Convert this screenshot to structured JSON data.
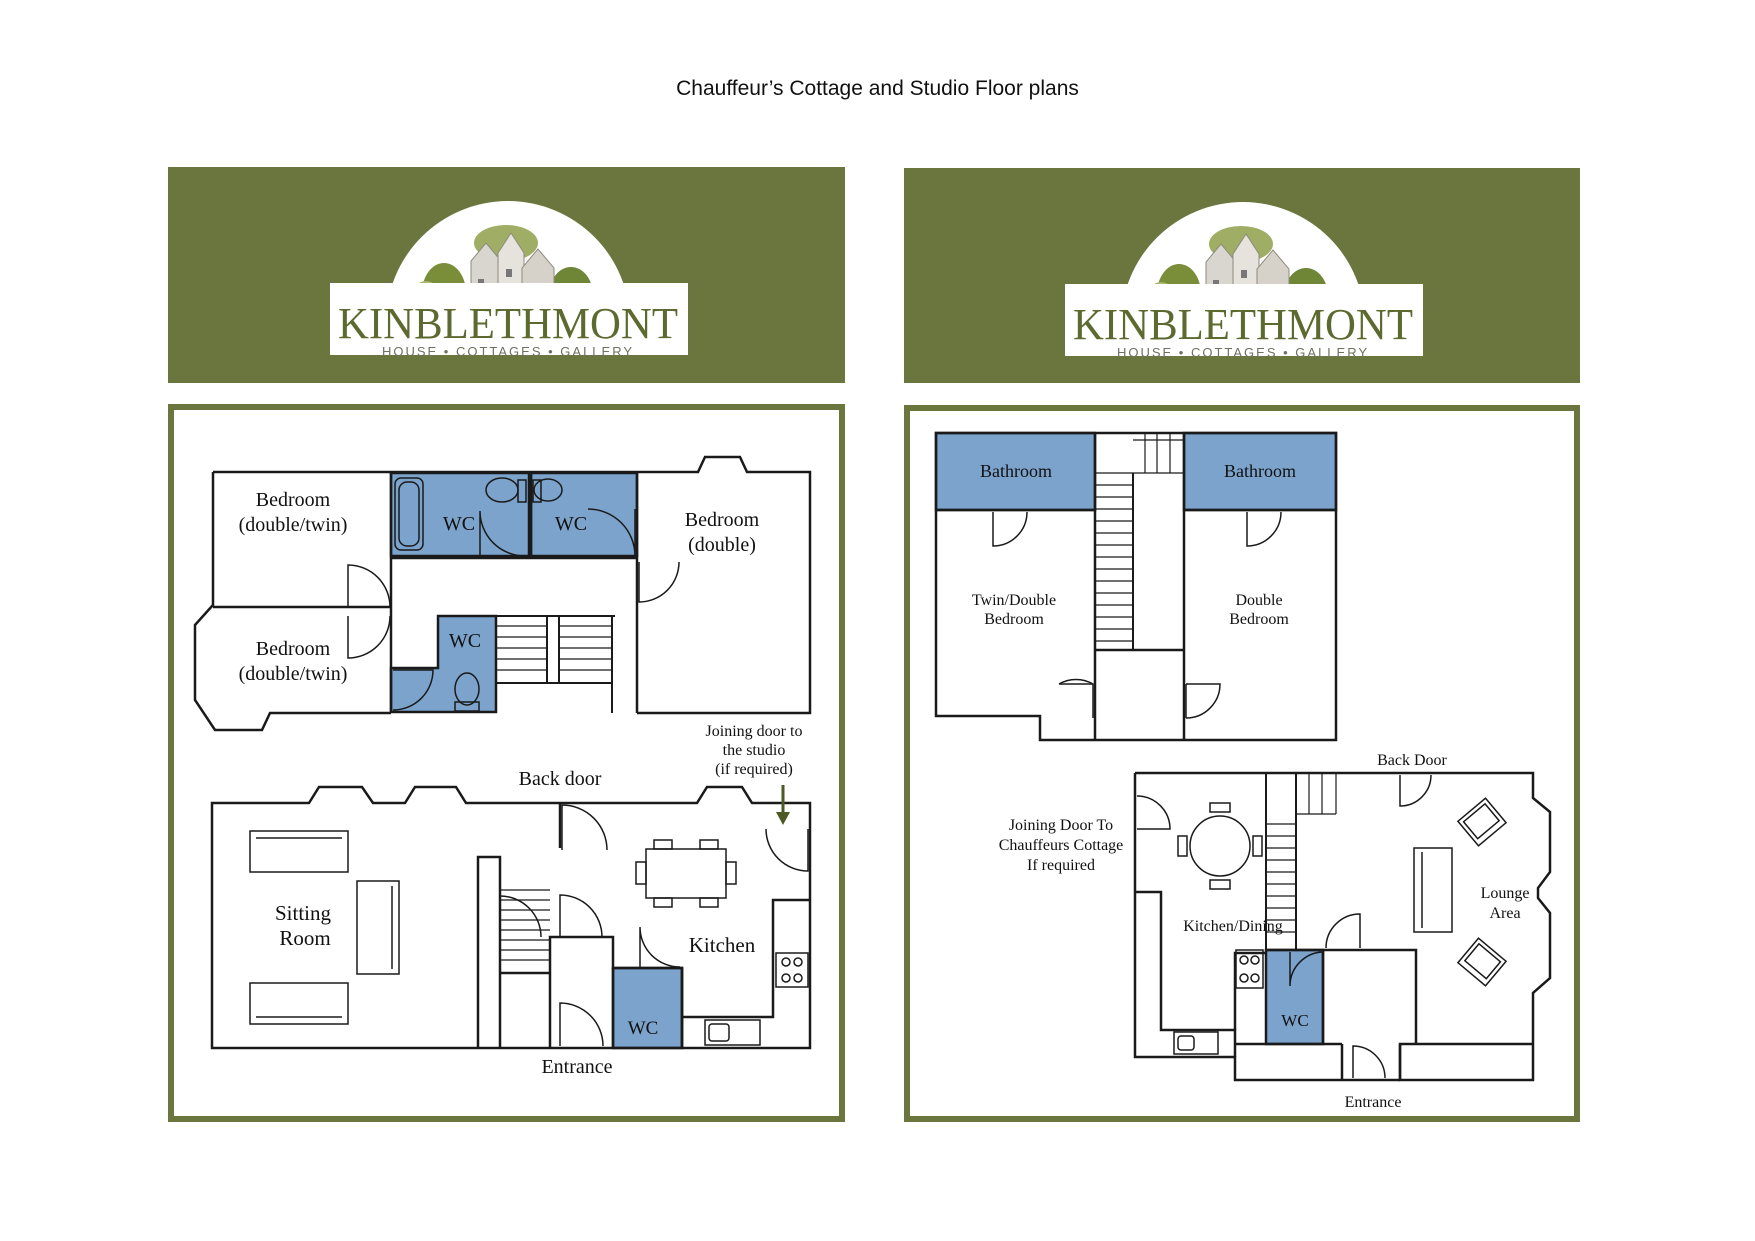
{
  "page": {
    "title": "Chauffeur’s Cottage and Studio Floor plans"
  },
  "colors": {
    "brand_green": "#6b763e",
    "wet_room_blue": "#7ba3cc",
    "wall": "#1a1a1a"
  },
  "logo": {
    "name": "KINBLETHMONT",
    "subtitle": "HOUSE • COTTAGES • GALLERY"
  },
  "cottage": {
    "bedroom_1": [
      "Bedroom",
      "(double/twin)"
    ],
    "bedroom_2": [
      "Bedroom",
      "(double/twin)"
    ],
    "bedroom_3": [
      "Bedroom",
      "(double)"
    ],
    "wc_bath": "WC",
    "wc_shower": "WC",
    "wc_hall": "WC",
    "wc_ground": "WC",
    "sitting_room": [
      "Sitting",
      "Room"
    ],
    "kitchen": "Kitchen",
    "back_door": "Back door",
    "entrance": "Entrance",
    "joining_door": [
      "Joining door to",
      "the studio",
      "(if required)"
    ]
  },
  "studio": {
    "bathroom_left": "Bathroom",
    "bathroom_right": "Bathroom",
    "twin_double_bedroom": [
      "Twin/Double",
      "Bedroom"
    ],
    "double_bedroom": [
      "Double",
      "Bedroom"
    ],
    "back_door": "Back Door",
    "joining_door": [
      "Joining Door To",
      "Chauffeurs Cottage",
      "If required"
    ],
    "kitchen_dining": "Kitchen/Dining",
    "lounge_area": [
      "Lounge",
      "Area"
    ],
    "wc": "WC",
    "entrance": "Entrance"
  }
}
